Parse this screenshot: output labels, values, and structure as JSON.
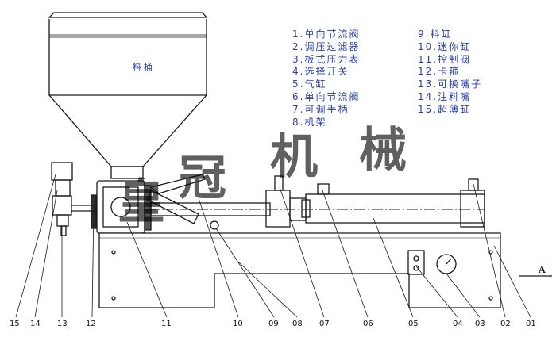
{
  "hopper_label": "料桶",
  "watermark": [
    "皇",
    "冠",
    "机",
    "械"
  ],
  "view_label": "A",
  "legend_left": [
    "1.单向节流阀",
    "2.调压过滤器",
    "3.板式压力表",
    "4.选择开关",
    "5.气缸",
    "6.单向节流阀",
    "7.可调手柄",
    "8.机架"
  ],
  "legend_right": [
    "9.料缸",
    "10.迷你缸",
    "11.控制阀",
    "12.卡箍",
    "13.可换嘴子",
    "14.注料嘴",
    "15.超薄缸"
  ],
  "callouts": [
    "15",
    "14",
    "13",
    "12",
    "11",
    "10",
    "09",
    "08",
    "07",
    "06",
    "05",
    "04",
    "03",
    "02",
    "01"
  ],
  "colors": {
    "line": "#1a1a1a",
    "legend_text": "#2a3fa8"
  }
}
